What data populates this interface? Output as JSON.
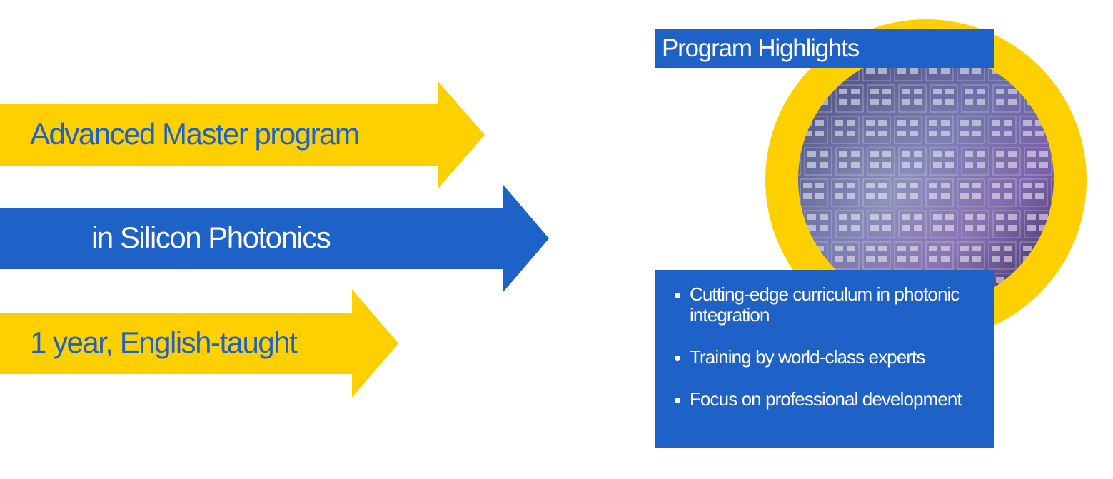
{
  "arrows": [
    {
      "text": "Advanced Master program",
      "fill": "#ffd000",
      "text_color": "#1f62c7"
    },
    {
      "text": "in Silicon Photonics",
      "fill": "#1f62c7",
      "text_color": "#ffffff"
    },
    {
      "text": "1 year, English-taught",
      "fill": "#ffd000",
      "text_color": "#1f62c7"
    }
  ],
  "highlights": {
    "title": "Program Highlights",
    "items": [
      "Cutting-edge curriculum in photonic integration",
      "Training by world-class experts",
      "Focus on professional development"
    ],
    "image": "silicon-wafer-photo"
  },
  "colors": {
    "brand_blue": "#1f62c7",
    "brand_yellow": "#ffd000",
    "background": "#ffffff"
  }
}
